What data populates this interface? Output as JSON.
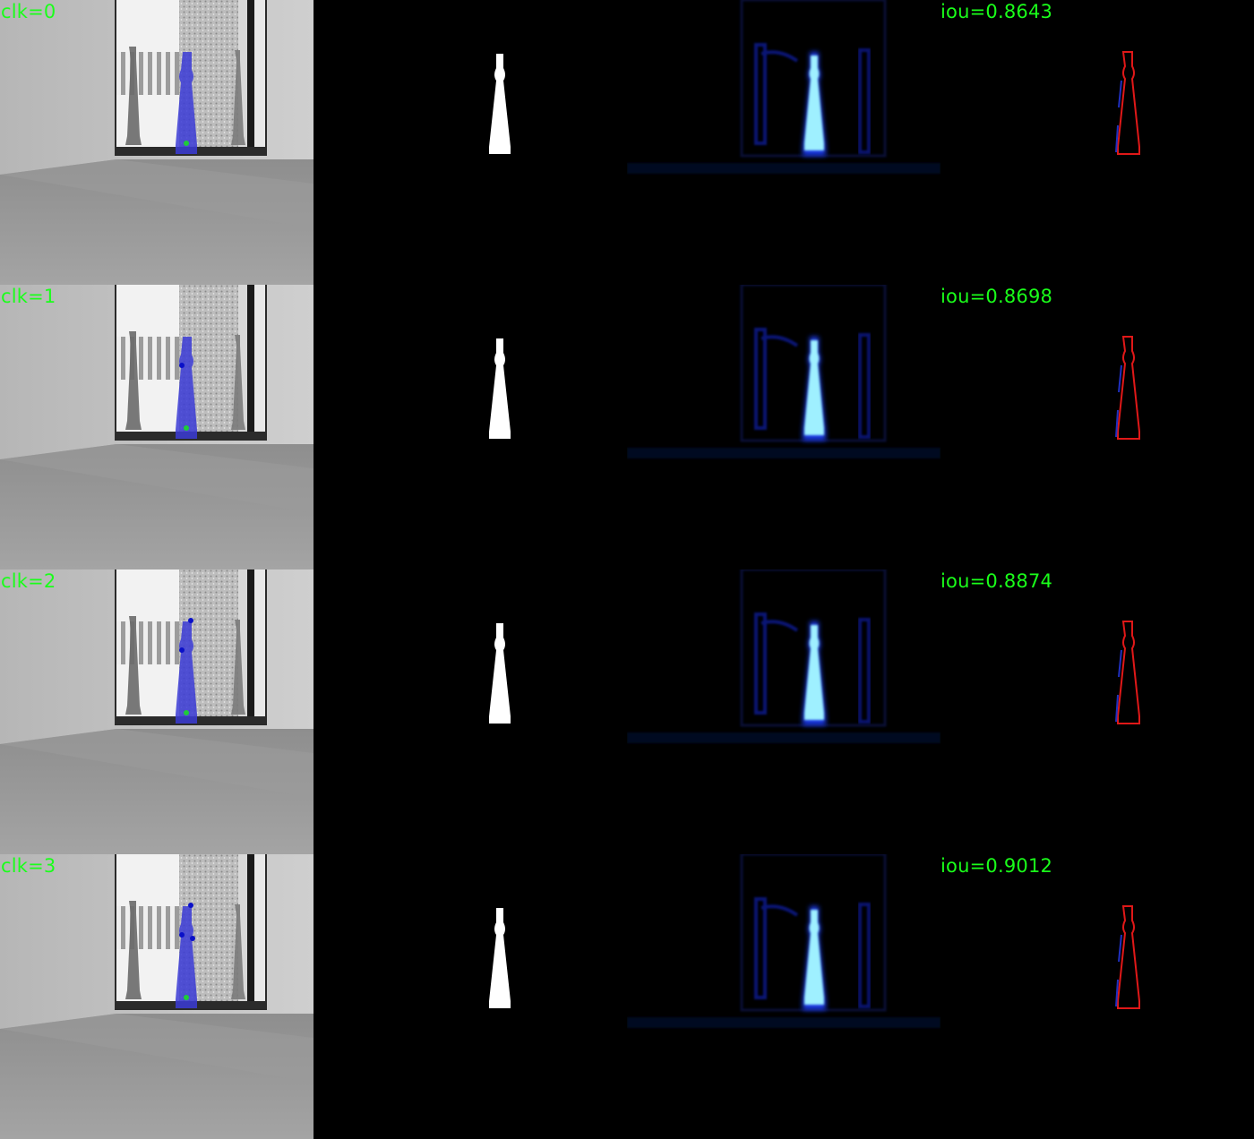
{
  "rows": [
    {
      "clicks": "clk=0",
      "iou": "iou=0.8643",
      "positive_clicks": 1,
      "negative_clicks": 0
    },
    {
      "clicks": "clk=1",
      "iou": "iou=0.8698",
      "positive_clicks": 1,
      "negative_clicks": 1
    },
    {
      "clicks": "clk=2",
      "iou": "iou=0.8874",
      "positive_clicks": 1,
      "negative_clicks": 2
    },
    {
      "clicks": "clk=3",
      "iou": "iou=0.9012",
      "positive_clicks": 1,
      "negative_clicks": 3
    }
  ],
  "colors": {
    "label_text": "#1aff1a",
    "mask_overlay": "#3b3bd6",
    "positive_click": "#1ecc3a",
    "negative_click": "#0a10c8",
    "probability_glow": "#7fe8ff",
    "false_negative_edge": "#e01818",
    "false_positive_edge": "#2030c0"
  }
}
